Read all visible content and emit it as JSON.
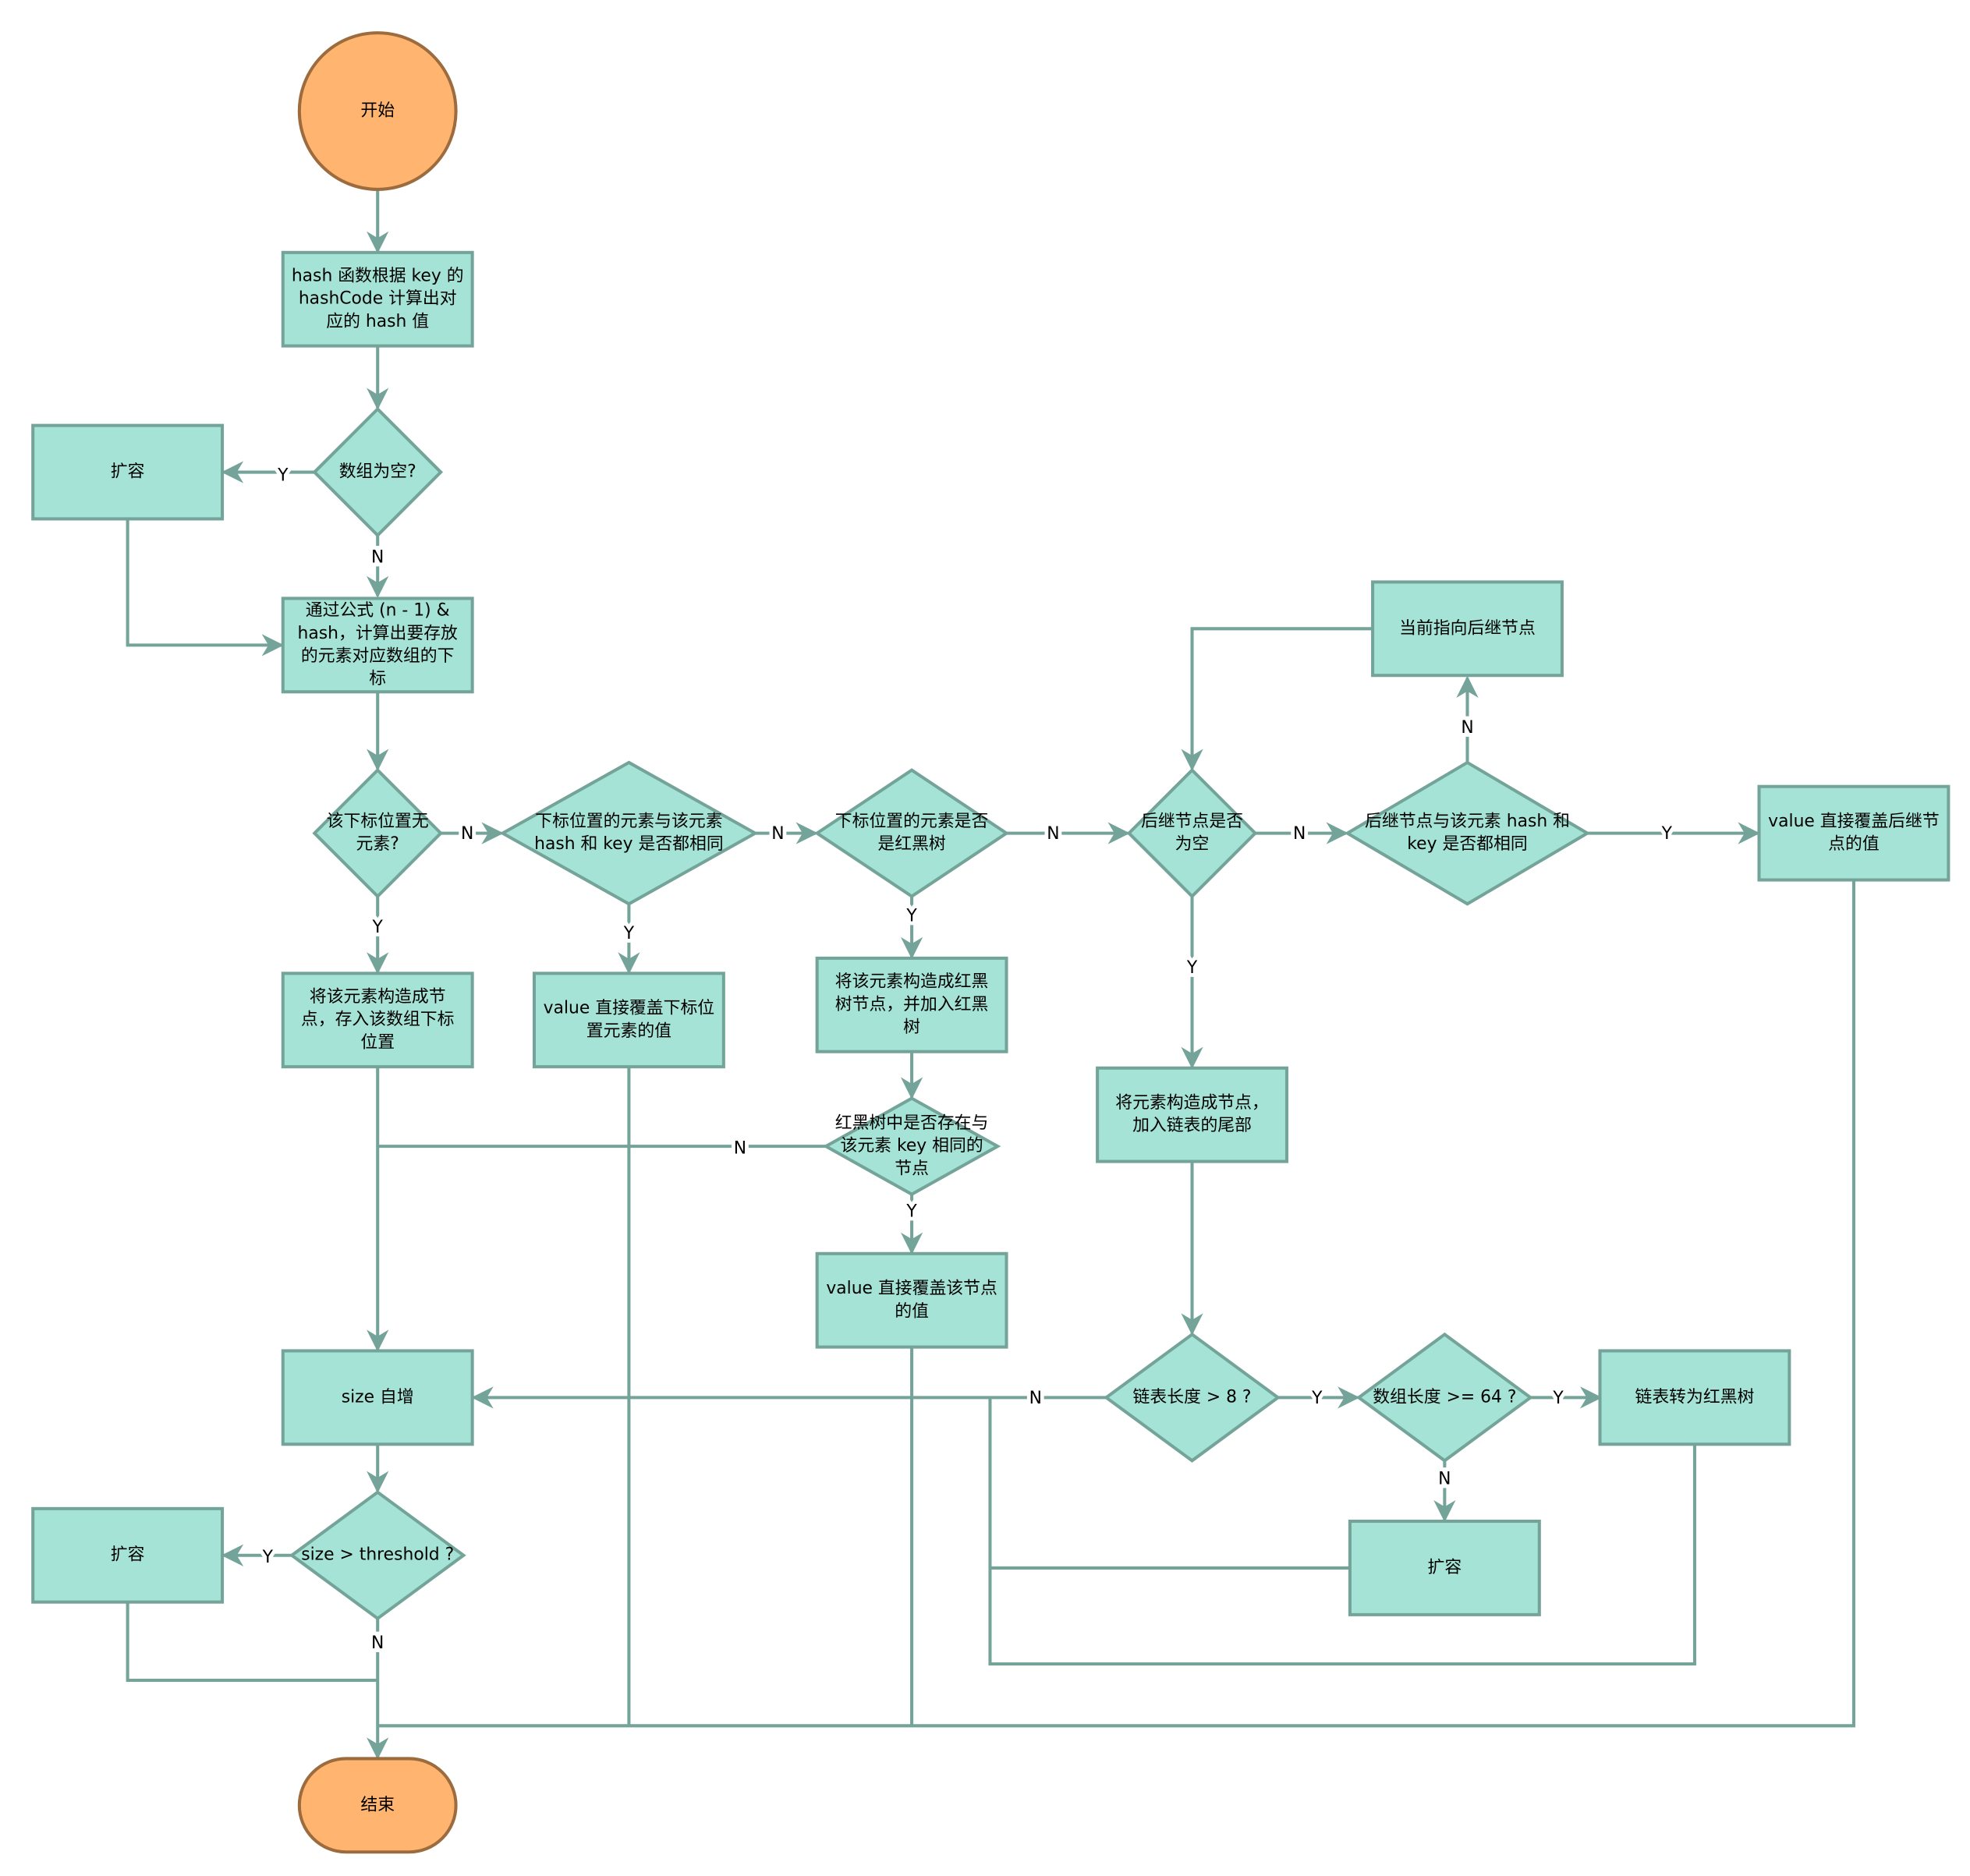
{
  "nodes": {
    "start": [
      "开始"
    ],
    "hash": [
      "hash 函数根据 key 的",
      "hashCode 计算出对",
      "应的 hash 值"
    ],
    "empty": [
      "数组为空?"
    ],
    "resize1": [
      "扩容"
    ],
    "index": [
      "通过公式 (n - 1) &",
      "hash，计算出要存放",
      "的元素对应数组的下",
      "标"
    ],
    "noelem": [
      "该下标位置无",
      "元素?"
    ],
    "samekey": [
      "下标位置的元素与该元素",
      "hash 和 key 是否都相同"
    ],
    "isrbt": [
      "下标位置的元素是否",
      "是红黑树"
    ],
    "nextnull": [
      "后继节点是否",
      "为空"
    ],
    "nextsame": [
      "后继节点与该元素 hash 和",
      "key 是否都相同"
    ],
    "movenext": [
      "当前指向后继节点"
    ],
    "overwritenext": [
      "value 直接覆盖后继节",
      "点的值"
    ],
    "newnode": [
      "将该元素构造成节",
      "点，存入该数组下标",
      "位置"
    ],
    "overwriteidx": [
      "value 直接覆盖下标位",
      "置元素的值"
    ],
    "rbtnode": [
      "将该元素构造成红黑",
      "树节点，并加入红黑",
      "树"
    ],
    "rbtexists": [
      "红黑树中是否存在与",
      "该元素 key 相同的",
      "节点"
    ],
    "overwritenode": [
      "value 直接覆盖该节点",
      "的值"
    ],
    "append": [
      "将元素构造成节点，",
      "加入链表的尾部"
    ],
    "len8": [
      "链表长度 > 8 ?"
    ],
    "len64": [
      "数组长度 >= 64 ?"
    ],
    "treeify": [
      "链表转为红黑树"
    ],
    "resize3": [
      "扩容"
    ],
    "sizeinc": [
      "size 自增"
    ],
    "threshold": [
      "size > threshold ?"
    ],
    "resize2": [
      "扩容"
    ],
    "end": [
      "结束"
    ]
  },
  "labels": {
    "y": "Y",
    "n": "N"
  }
}
